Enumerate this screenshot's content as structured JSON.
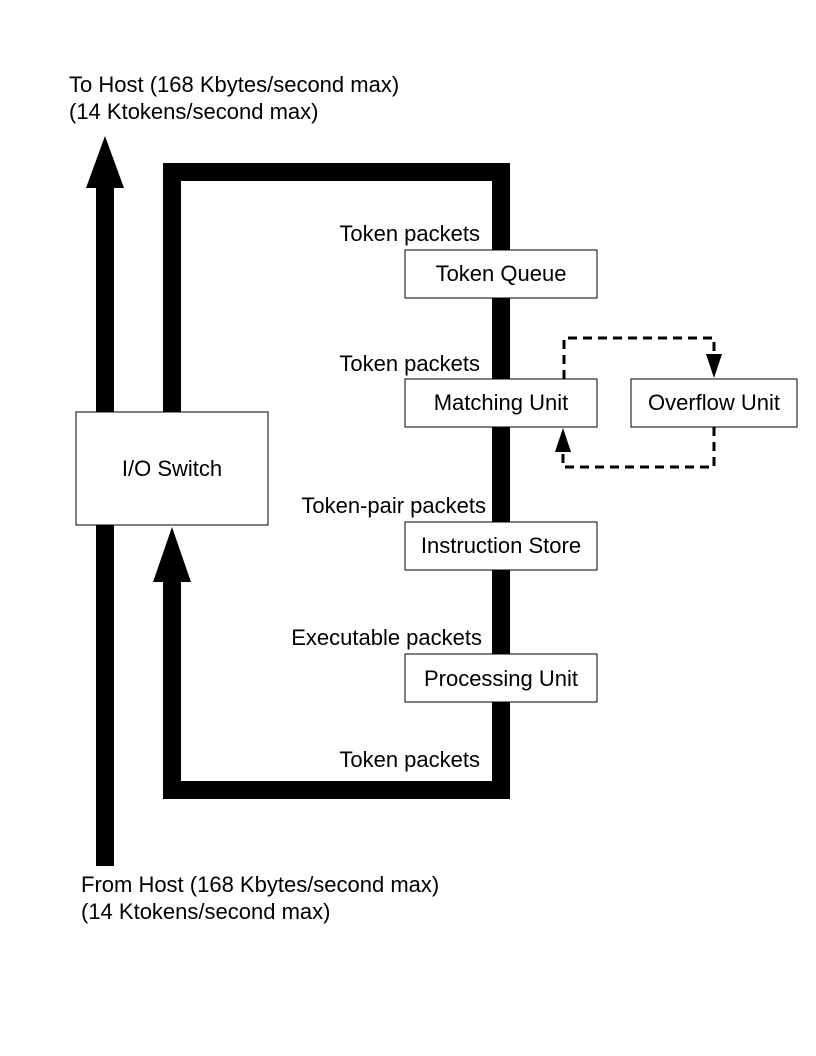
{
  "host": {
    "to_line1": "To Host (168 Kbytes/second max)",
    "to_line2": "(14 Ktokens/second max)",
    "from_line1": "From Host (168 Kbytes/second max)",
    "from_line2": "(14 Ktokens/second max)"
  },
  "boxes": {
    "io_switch": "I/O Switch",
    "token_queue": "Token Queue",
    "matching_unit": "Matching Unit",
    "overflow_unit": "Overflow Unit",
    "instruction_store": "Instruction Store",
    "processing_unit": "Processing Unit"
  },
  "edges": {
    "token_packets_top": "Token packets",
    "token_packets_mid": "Token packets",
    "token_pair_packets": "Token-pair packets",
    "executable_packets": "Executable packets",
    "token_packets_bottom": "Token packets"
  }
}
